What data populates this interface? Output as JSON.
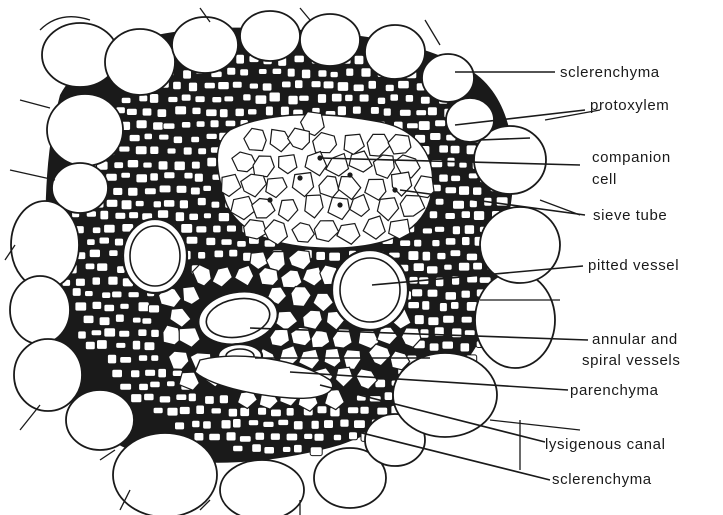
{
  "diagram": {
    "labels": {
      "sclerenchyma_top": "sclerenchyma",
      "protoxylem": "protoxylem",
      "companion_cell_line1": "companion",
      "companion_cell_line2": "cell",
      "sieve_tube": "sieve tube",
      "pitted_vessel": "pitted vessel",
      "annular_line1": "annular and",
      "annular_line2": "spiral vessels",
      "parenchyma": "parenchyma",
      "lysigenous_canal": "lysigenous canal",
      "sclerenchyma_bottom": "sclerenchyma"
    }
  }
}
